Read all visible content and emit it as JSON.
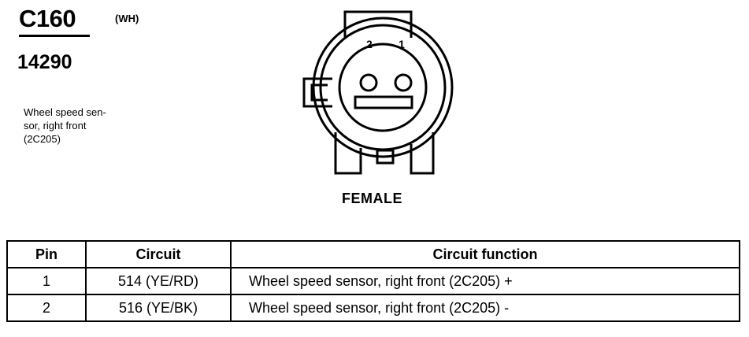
{
  "connector": {
    "id": "C160",
    "color_code": "(WH)",
    "part_number": "14290",
    "description_lines": [
      "Wheel speed sen-",
      "sor, right front",
      "(2C205)"
    ]
  },
  "diagram": {
    "pin_labels": [
      "2",
      "1"
    ],
    "view_label": "FEMALE"
  },
  "table": {
    "headers": [
      "Pin",
      "Circuit",
      "Circuit function"
    ],
    "rows": [
      {
        "pin": "1",
        "circuit": "514 (YE/RD)",
        "function": "Wheel speed sensor, right front (2C205) +"
      },
      {
        "pin": "2",
        "circuit": "516 (YE/BK)",
        "function": "Wheel speed sensor, right front (2C205) -"
      }
    ]
  }
}
